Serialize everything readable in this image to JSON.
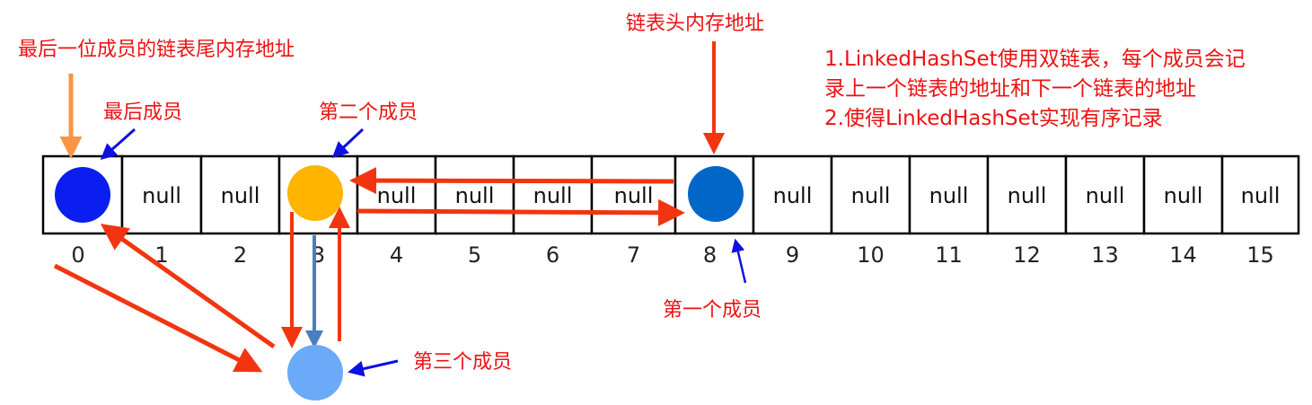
{
  "labels": {
    "tail_address": "最后一位成员的链表尾内存地址",
    "last_member": "最后成员",
    "second_member": "第二个成员",
    "head_address": "链表头内存地址",
    "first_member": "第一个成员",
    "third_member": "第三个成员"
  },
  "notes": [
    "1.LinkedHashSet使用双链表，每个成员会记",
    "录上一个链表的地址和下一个链表的地址",
    "2.使得LinkedHashSet实现有序记录"
  ],
  "cells": [
    "",
    "null",
    "null",
    "",
    "null",
    "null",
    "null",
    "null",
    "",
    "null",
    "null",
    "null",
    "null",
    "null",
    "null",
    "null"
  ],
  "indices": [
    "0",
    "1",
    "2",
    "3",
    "4",
    "5",
    "6",
    "7",
    "8",
    "9",
    "10",
    "11",
    "12",
    "13",
    "14",
    "15"
  ],
  "colors": {
    "last_member": "#0a1ef0",
    "second_member": "#ffb400",
    "first_member": "#0066c8",
    "third_member": "#6aaaf8",
    "arrow_red": "#f2350f",
    "arrow_blue": "#1010e0",
    "arrow_orange": "#f79646",
    "arrow_steel": "#4a7ec0"
  }
}
